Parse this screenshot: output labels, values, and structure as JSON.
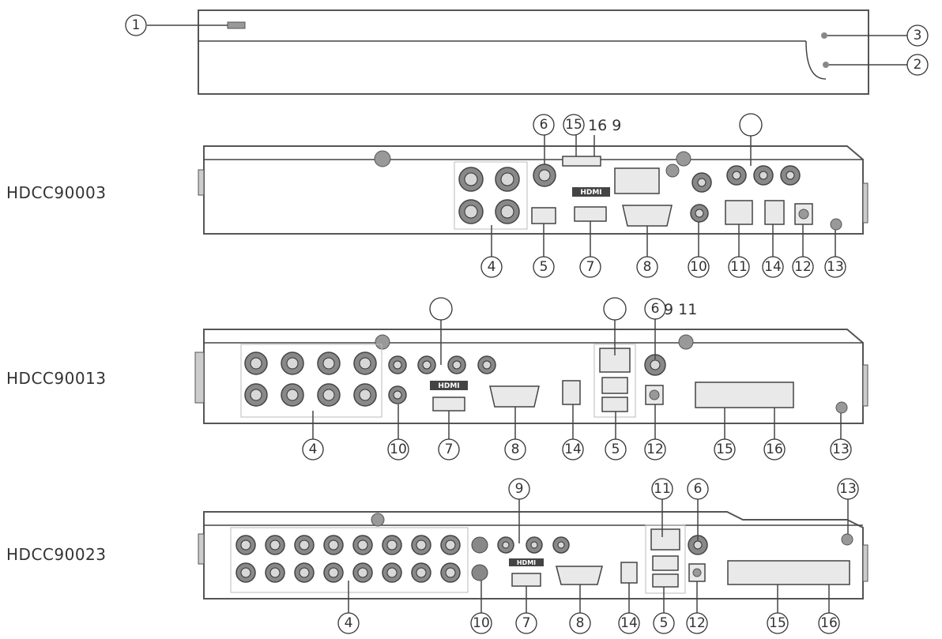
{
  "models": {
    "m1": "HDCC90003",
    "m2": "HDCC90013",
    "m3": "HDCC90023"
  },
  "callouts": {
    "front": [
      "1",
      "3",
      "2"
    ],
    "m1_top": [
      "6",
      "15",
      "4",
      "5",
      "7",
      "8",
      "10",
      "11",
      "14",
      "12",
      "13"
    ],
    "m1_plain": "16 9",
    "m2_top": [
      "6"
    ],
    "m2_plain": "9 11",
    "m2_bottom": [
      "4",
      "10",
      "7",
      "8",
      "14",
      "5",
      "12",
      "15",
      "16",
      "13"
    ],
    "m3": [
      "9",
      "11",
      "6",
      "13",
      "4",
      "10",
      "7",
      "8",
      "14",
      "5",
      "12",
      "15",
      "16"
    ]
  },
  "port_labels": {
    "hdmi": "HDMI"
  }
}
